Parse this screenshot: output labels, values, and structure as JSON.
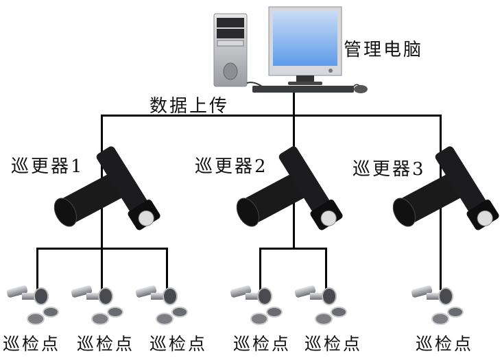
{
  "computer": {
    "label": "管理电脑"
  },
  "upload": {
    "label": "数据上传"
  },
  "patrollers": [
    {
      "label": "巡更器1",
      "points": [
        "巡检点",
        "巡检点",
        "巡检点"
      ]
    },
    {
      "label": "巡更器2",
      "points": [
        "巡检点",
        "巡检点"
      ]
    },
    {
      "label": "巡更器3",
      "points": [
        "巡检点"
      ]
    }
  ],
  "colors": {
    "line": "#000000",
    "screen": "#6fa8ef",
    "flashlight": "#1a1a1a"
  }
}
